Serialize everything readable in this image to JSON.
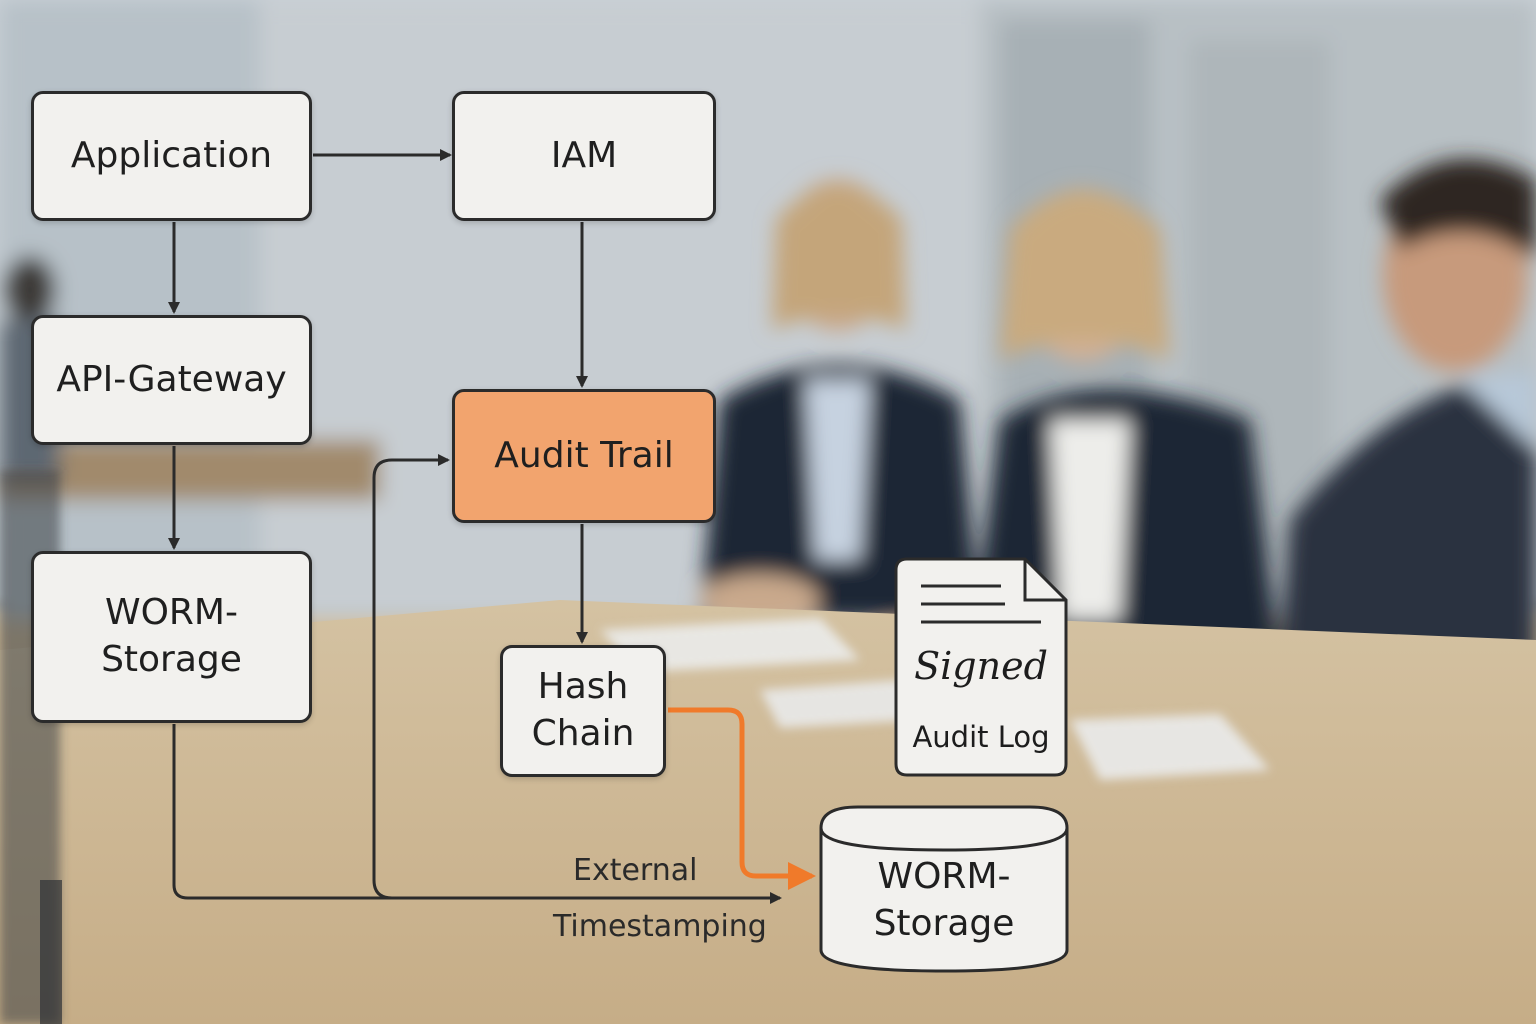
{
  "diagram": {
    "nodes": {
      "application": "Application",
      "iam": "IAM",
      "api_gateway": "API-Gateway",
      "audit_trail": "Audit Trail",
      "worm_storage_left": "WORM-\nStorage",
      "hash_chain": "Hash\nChain",
      "worm_storage_db": "WORM-\nStorage"
    },
    "edge_labels": {
      "external": "External",
      "timestamping": "Timestamping"
    },
    "document": {
      "signature": "Signed",
      "caption": "Audit Log"
    },
    "edges": [
      {
        "from": "Application",
        "to": "IAM"
      },
      {
        "from": "Application",
        "to": "API-Gateway"
      },
      {
        "from": "API-Gateway",
        "to": "WORM-Storage"
      },
      {
        "from": "IAM",
        "to": "Audit Trail"
      },
      {
        "from": "Audit Trail",
        "to": "Hash Chain"
      },
      {
        "from": "Hash Chain",
        "to": "WORM-Storage (database)",
        "style": "highlight"
      },
      {
        "from": "WORM-Storage",
        "to": "WORM-Storage (database)",
        "label": "External Timestamping"
      },
      {
        "from": "External Timestamping",
        "to": "Audit Trail"
      }
    ],
    "colors": {
      "node_fill": "#f2f1ee",
      "node_border": "#2b2b2b",
      "highlight_fill": "#f2a46e",
      "highlight_edge": "#f07a2a",
      "edge": "#2b2b2b"
    }
  },
  "background": {
    "description_icon": "office-meeting-photo"
  }
}
